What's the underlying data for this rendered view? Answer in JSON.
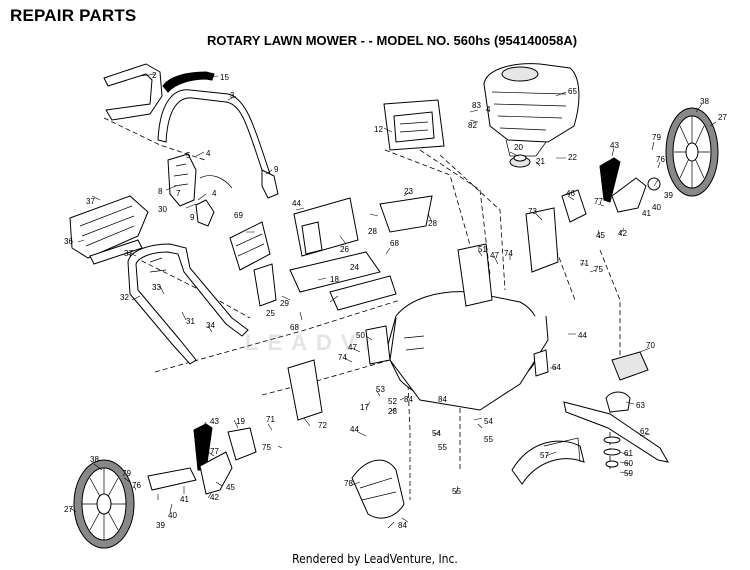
{
  "header": {
    "heading": "REPAIR PARTS",
    "subtitle": "ROTARY LAWN MOWER - - MODEL NO. 560hs (954140058A)"
  },
  "watermark": "LEADVENTURE",
  "footer": "Rendered by LeadVenture, Inc.",
  "callouts": [
    "2",
    "15",
    "3",
    "4",
    "5",
    "8",
    "7",
    "9",
    "4",
    "30",
    "9",
    "37",
    "36",
    "37",
    "32",
    "33",
    "31",
    "34",
    "69",
    "44",
    "26",
    "28",
    "23",
    "28",
    "18",
    "29",
    "25",
    "24",
    "68",
    "68",
    "12",
    "83",
    "4",
    "82",
    "65",
    "20",
    "21",
    "22",
    "38",
    "27",
    "43",
    "79",
    "76",
    "46",
    "73",
    "77",
    "45",
    "39",
    "40",
    "41",
    "42",
    "51",
    "47",
    "74",
    "71",
    "75",
    "44",
    "64",
    "50",
    "47",
    "74",
    "53",
    "52",
    "28",
    "84",
    "17",
    "72",
    "70",
    "63",
    "62",
    "61",
    "60",
    "59",
    "54",
    "55",
    "54",
    "55",
    "57",
    "55",
    "78",
    "84",
    "19",
    "71",
    "75",
    "43",
    "77",
    "45",
    "42",
    "38",
    "79",
    "76",
    "27",
    "39",
    "40",
    "41",
    "44",
    "84"
  ]
}
